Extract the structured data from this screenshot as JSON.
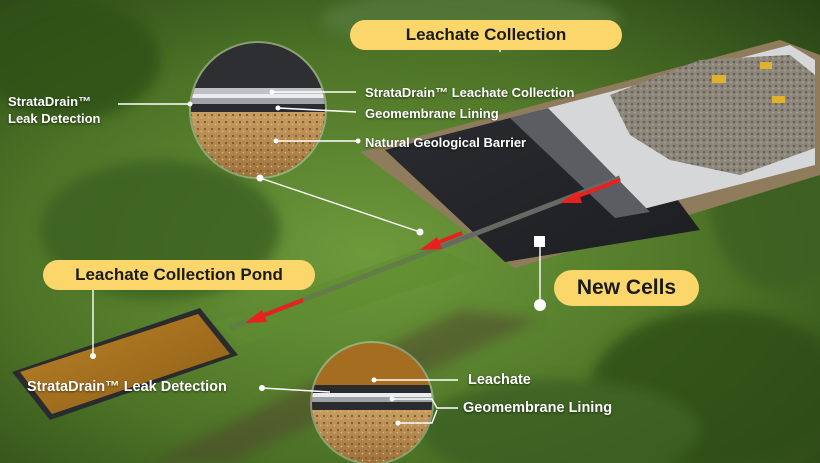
{
  "colors": {
    "pill_yellow": "#fbd66a",
    "arrow_red": "#e8201e",
    "label_white": "#ffffff",
    "grass_dark": "#2e4d1a",
    "grass_light": "#6f9a3a",
    "liner_dark": "#232428",
    "membrane_light": "#d9dadc",
    "gravel": "#8b857a",
    "pond_fill": "#a8711f",
    "soil": "#b58a4e"
  },
  "callouts": {
    "leachate_collection": "Leachate Collection",
    "leachate_collection_pond": "Leachate Collection Pond",
    "new_cells": "New Cells"
  },
  "top_detail": {
    "labels": {
      "left_line1": "StrataDrain™",
      "left_line2": "Leak Detection",
      "leachate_collection": "StrataDrain™ Leachate Collection",
      "geomembrane": "Geomembrane Lining",
      "barrier": "Natural Geological Barrier"
    }
  },
  "bottom_detail": {
    "labels": {
      "leak_detection": "StrataDrain™ Leak Detection",
      "leachate": "Leachate",
      "geomembrane": "Geomembrane Lining"
    }
  }
}
